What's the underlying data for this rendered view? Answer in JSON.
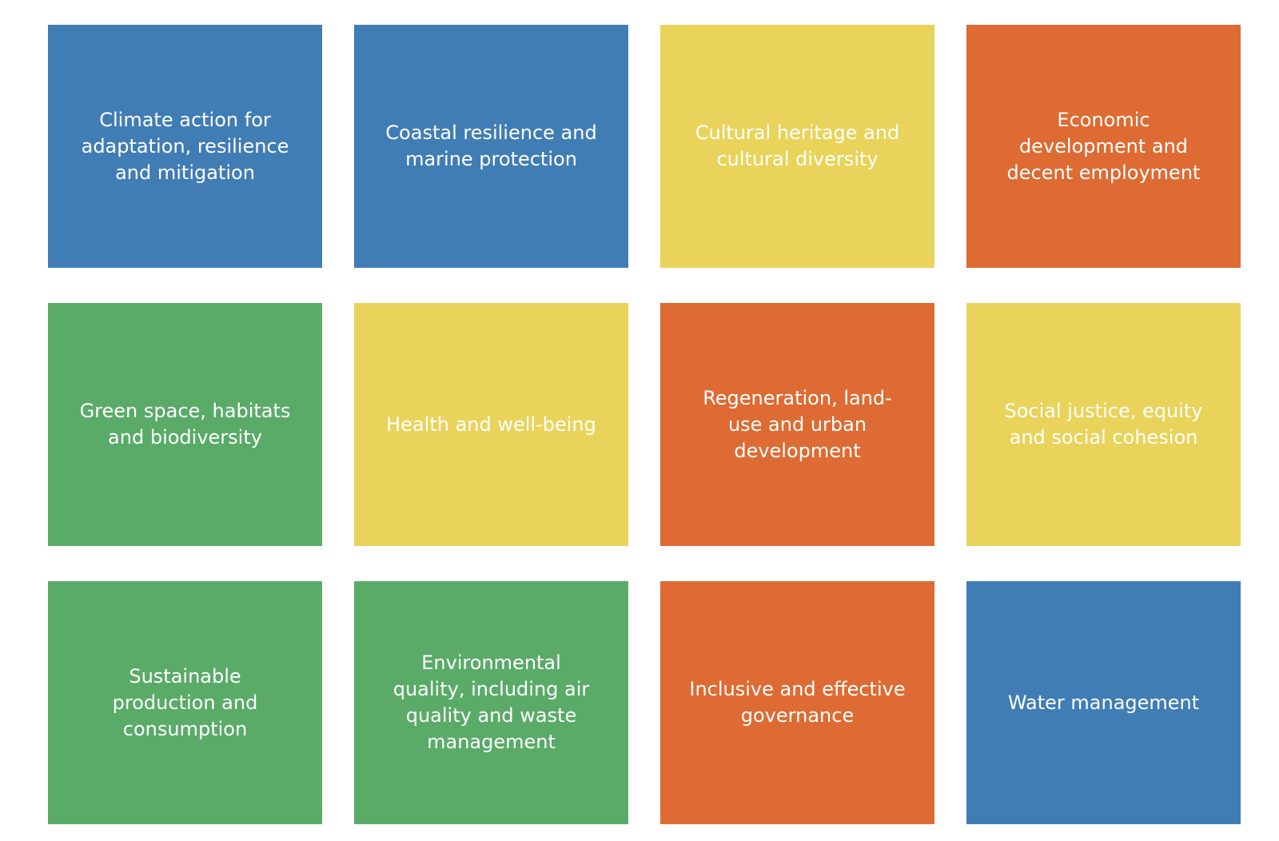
{
  "colors": {
    "blue": "#417DB5",
    "yellow": "#E9D35A",
    "orange": "#DD6B33",
    "green": "#5AAB68",
    "text": "#FFFFFF",
    "background": "#FFFFFF"
  },
  "tiles": [
    {
      "label": "Climate action for adaptation, resilience and mitigation",
      "color": "#417DB5"
    },
    {
      "label": "Coastal resilience and marine protection",
      "color": "#417DB5"
    },
    {
      "label": "Cultural heritage and cultural diversity",
      "color": "#E9D35A"
    },
    {
      "label": "Economic development and decent employment",
      "color": "#DD6B33"
    },
    {
      "label": "Green space, habitats and biodiversity",
      "color": "#5AAB68"
    },
    {
      "label": "Health and well-being",
      "color": "#E9D35A"
    },
    {
      "label": "Regeneration, land-use and urban development",
      "color": "#DD6B33"
    },
    {
      "label": "Social justice, equity and social cohesion",
      "color": "#E9D35A"
    },
    {
      "label": "Sustainable production and consumption",
      "color": "#5AAB68"
    },
    {
      "label": "Environmental quality, including air quality and waste management",
      "color": "#5AAB68"
    },
    {
      "label": "Inclusive and effective governance",
      "color": "#DD6B33"
    },
    {
      "label": "Water management",
      "color": "#417DB5"
    }
  ]
}
